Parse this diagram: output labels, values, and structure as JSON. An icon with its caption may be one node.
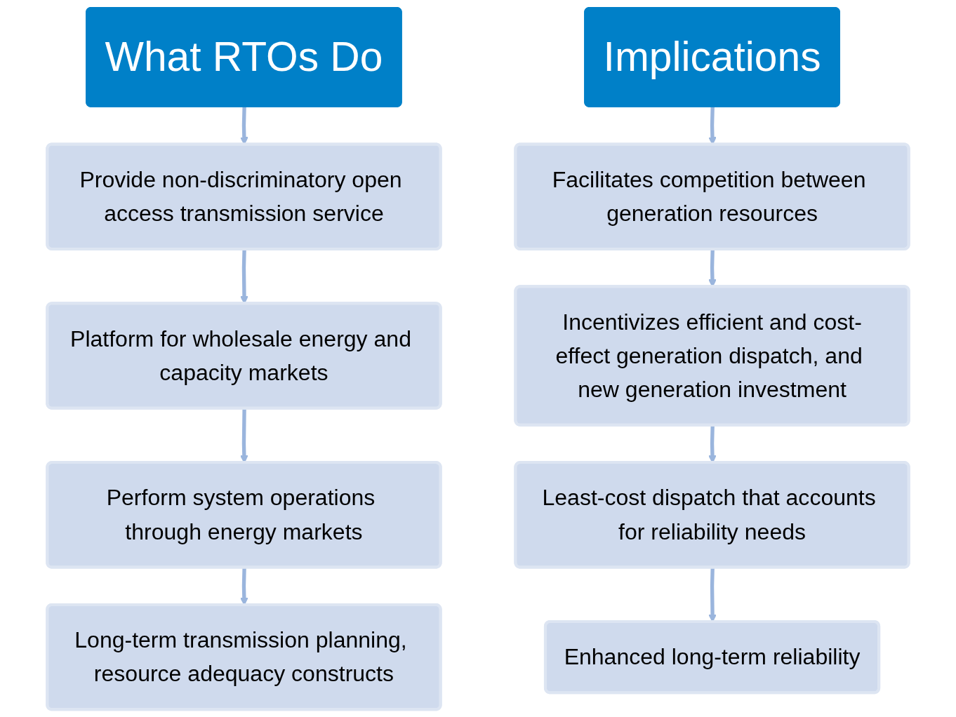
{
  "diagram": {
    "nodes": [
      {
        "text": [
          "What RTOs Do"
        ]
      },
      {
        "text": [
          "Provide non-discriminatory open access transmission service"
        ]
      },
      {
        "text": [
          "Platform for wholesale energy and capacity markets"
        ]
      },
      {
        "text": [
          "Perform system operations through energy markets"
        ]
      },
      {
        "text": [
          "Long-term transmission planning, resource adequacy constructs"
        ]
      },
      {
        "text": [
          "Implications"
        ]
      },
      {
        "text": [
          "Facilitates competition between generation resources"
        ]
      },
      {
        "text": [
          "Incentivizes efficient and cost-effect generation dispatch, and new generation investment"
        ]
      },
      {
        "text": [
          "Least-cost dispatch that accounts for reliability needs"
        ]
      },
      {
        "text": [
          "Enhanced long-term reliability"
        ]
      }
    ],
    "edges": [
      {
        "from": 0,
        "to": 1,
        "arrow": "to"
      },
      {
        "from": 1,
        "to": 2,
        "arrow": "to"
      },
      {
        "from": 2,
        "to": 3,
        "arrow": "to"
      },
      {
        "from": 3,
        "to": 4,
        "arrow": "to"
      },
      {
        "from": 5,
        "to": 6,
        "arrow": "to"
      },
      {
        "from": 6,
        "to": 7,
        "arrow": "to"
      },
      {
        "from": 7,
        "to": 8,
        "arrow": "to"
      },
      {
        "from": 8,
        "to": 9,
        "arrow": "to"
      }
    ]
  }
}
